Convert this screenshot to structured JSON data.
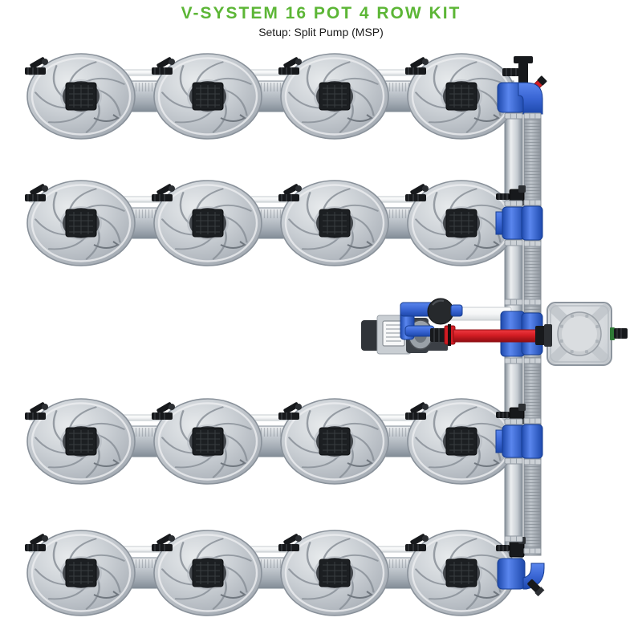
{
  "header": {
    "title": "V-SYSTEM 16 POT 4 ROW KIT",
    "subtitle": "Setup: Split Pump (MSP)"
  },
  "diagram": {
    "rows": 4,
    "pots_per_row": 4,
    "total_pots": 16,
    "setup": "Split Pump (MSP)",
    "colors": {
      "title_green": "#5cb636",
      "pot_hi": "#e7eaec",
      "pot_mid": "#ccd1d6",
      "pot_lo": "#9aa2ab",
      "pot_edge": "#89919a",
      "blade_gray": "#8a9199",
      "net_pot_black": "#1c1f22",
      "pipe_hi": "#edeff1",
      "pipe_mid": "#c7cdd3",
      "pipe_lo": "#a3abb4",
      "pipe_deep": "#838d97",
      "pipe_edge": "#7e8893",
      "hose": "#b4bac1",
      "hose_ridge": "#868d95",
      "tube_white": "#f5f6f7",
      "tube_edge": "#c6cbcf",
      "blue_hi": "#5a86ee",
      "blue_mid": "#3a66d4",
      "blue_lo": "#1d48ab",
      "blue_edge": "#173e93",
      "red_hi": "#ee3a40",
      "red_mid": "#d41d24",
      "red_lo": "#8f0d12",
      "black_part": "#17191c",
      "black_soft": "#2c2f33",
      "silver": "#ccd1d6",
      "silver_edge": "#8f97a0",
      "tank_hi": "#e4e7ea",
      "tank_lo": "#c7ccd1",
      "tank_edge": "#8d959e",
      "green_fitting": "#2f7a36",
      "label_white": "#f6f7f8"
    }
  }
}
